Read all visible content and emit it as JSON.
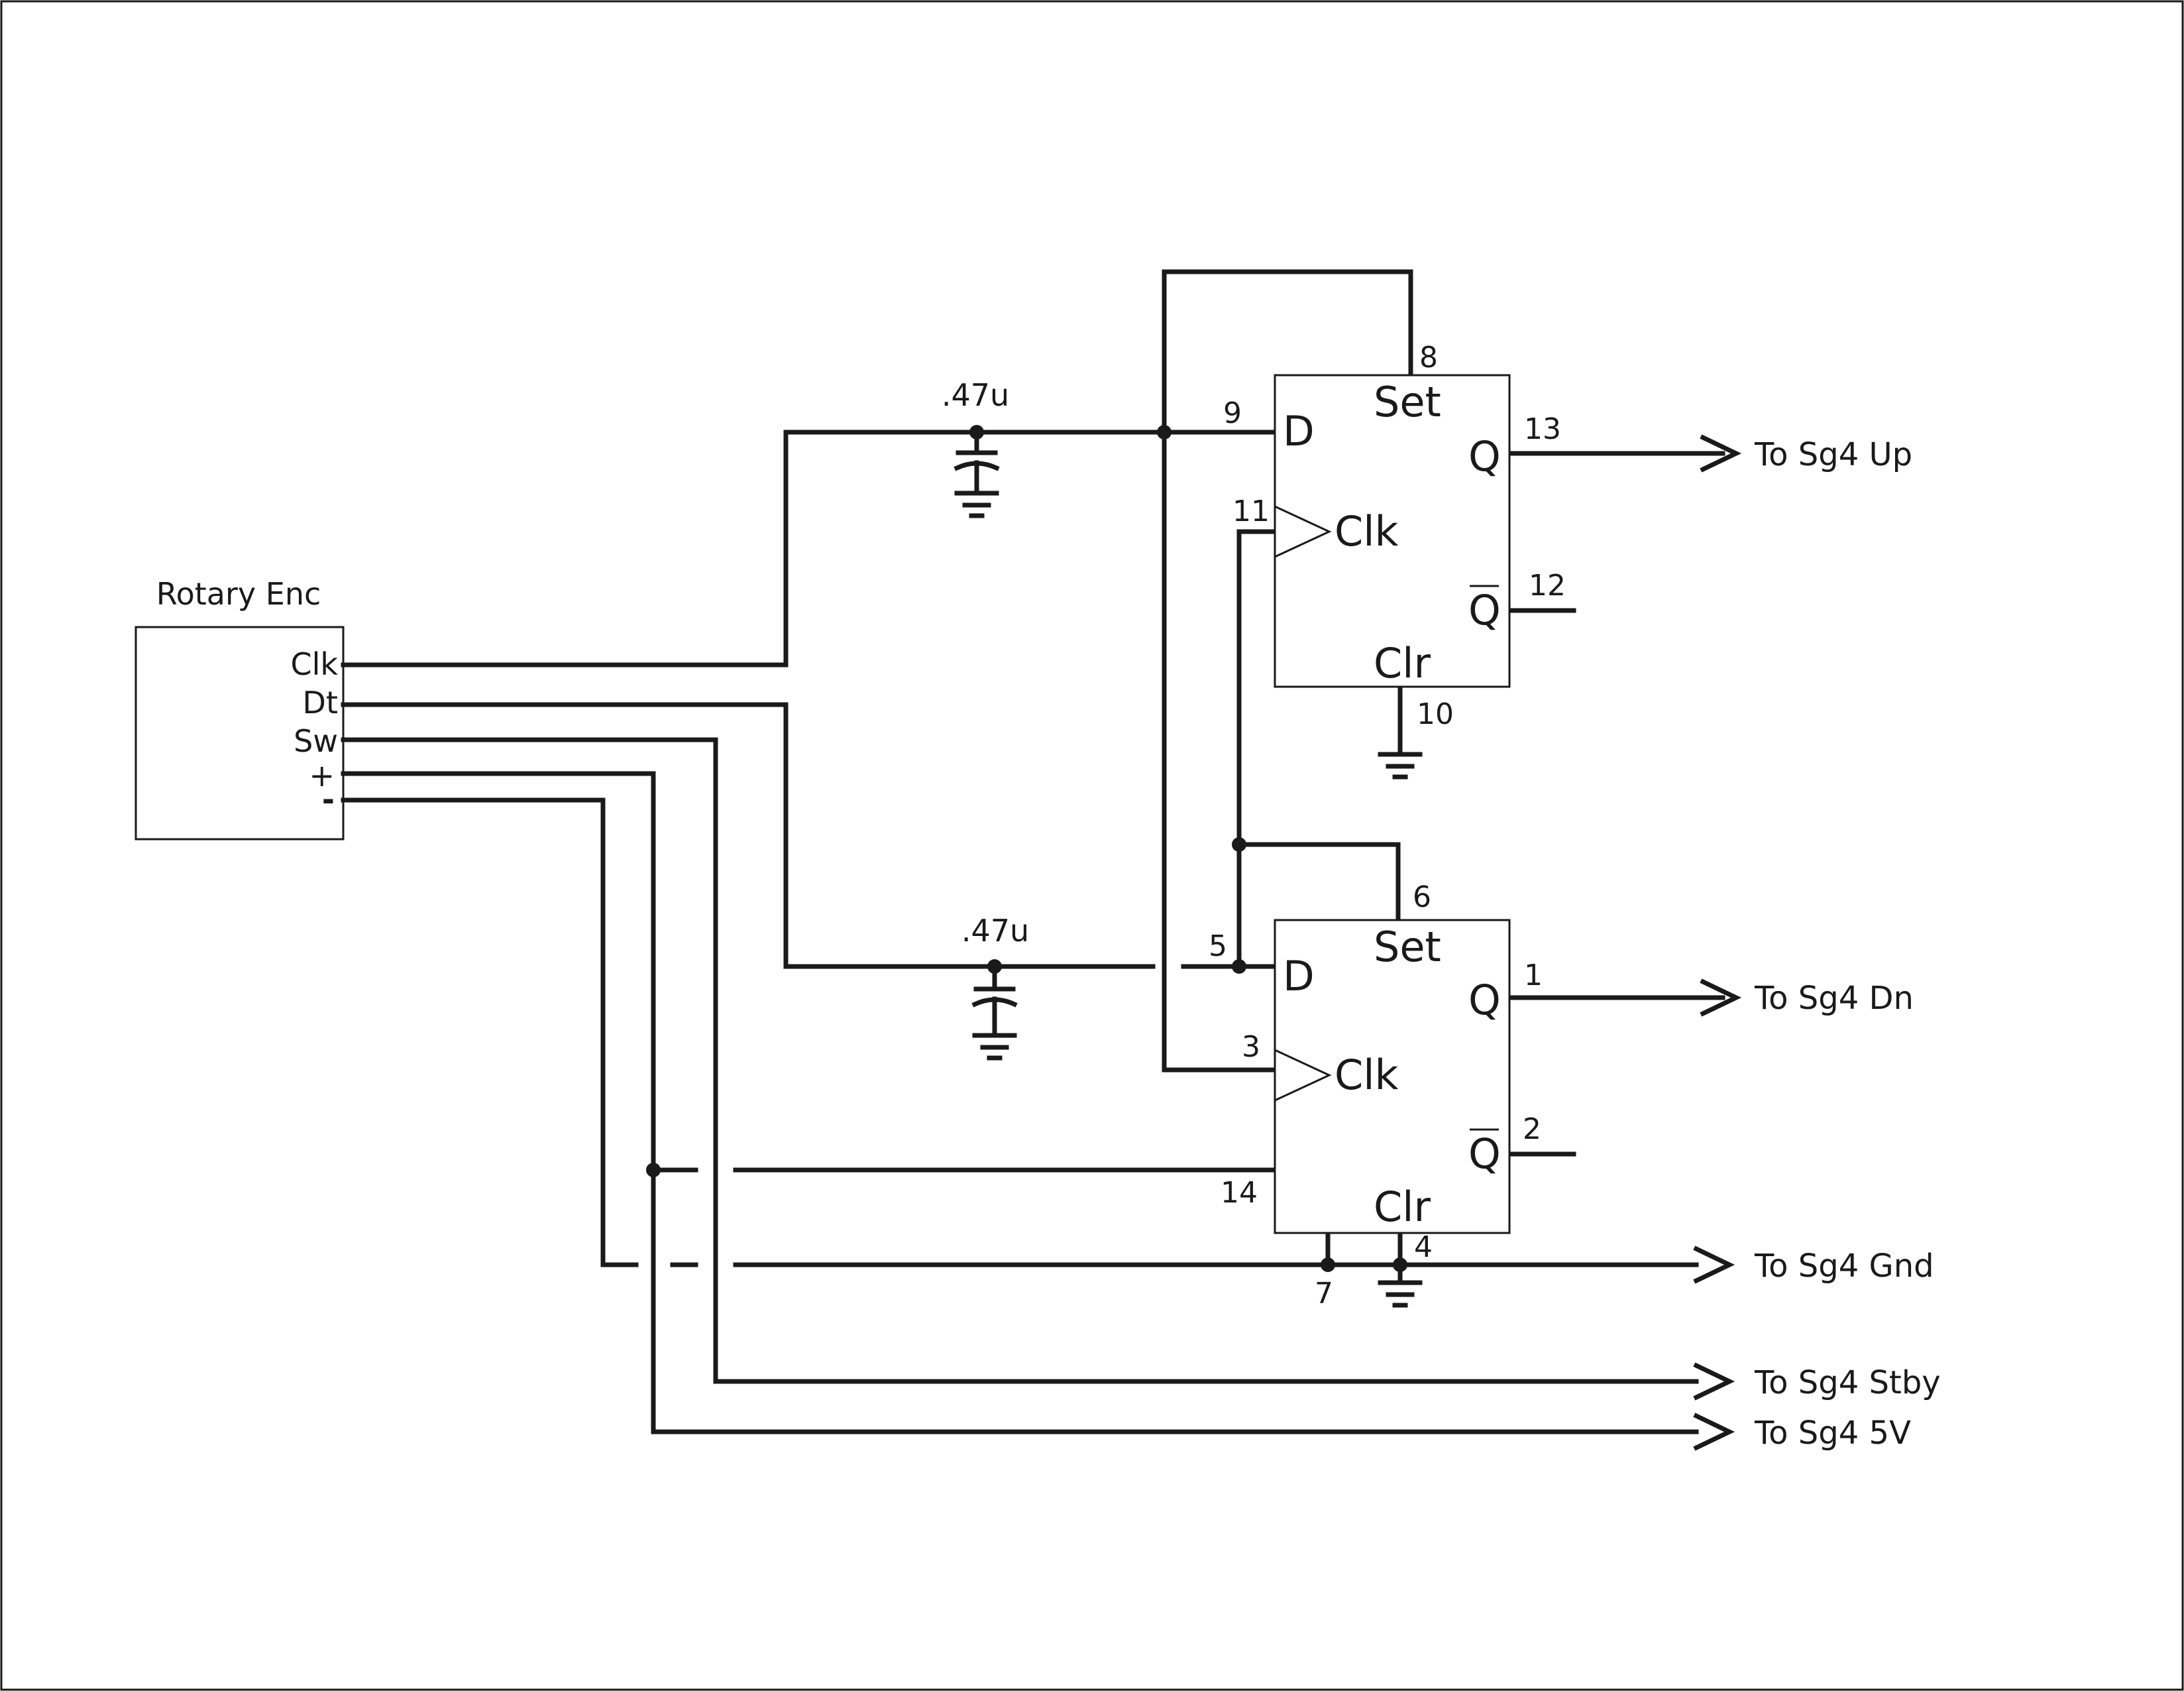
{
  "encoder": {
    "title": "Rotary Enc",
    "pins": [
      "Clk",
      "Dt",
      "Sw",
      "+",
      "-"
    ]
  },
  "capacitors": [
    {
      "value": ".47u"
    },
    {
      "value": ".47u"
    }
  ],
  "flipflop_top": {
    "set": "Set",
    "d": "D",
    "clk": "Clk",
    "q": "Q",
    "qbar": "Q",
    "clr": "Clr",
    "pin_set": "8",
    "pin_d": "9",
    "pin_clk": "11",
    "pin_q": "13",
    "pin_qbar": "12",
    "pin_clr": "10"
  },
  "flipflop_bottom": {
    "set": "Set",
    "d": "D",
    "clk": "Clk",
    "q": "Q",
    "qbar": "Q",
    "clr": "Clr",
    "pin_set": "6",
    "pin_d": "5",
    "pin_clk": "3",
    "pin_q": "1",
    "pin_qbar": "2",
    "pin_clr": "4",
    "pin_vcc": "14",
    "pin_gnd": "7"
  },
  "outputs": {
    "up": "To Sg4 Up",
    "dn": "To Sg4 Dn",
    "gnd": "To Sg4 Gnd",
    "stby": "To Sg4 Stby",
    "v5": "To Sg4 5V"
  }
}
